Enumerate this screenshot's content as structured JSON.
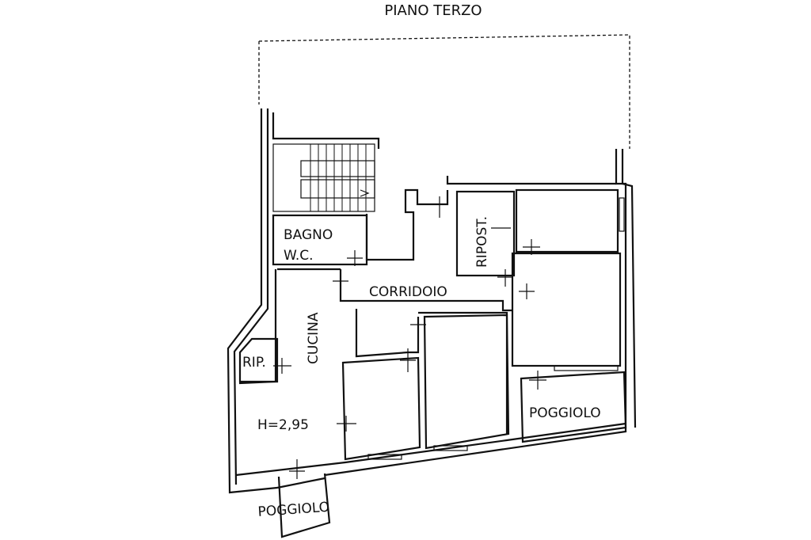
{
  "title": "PIANO TERZO",
  "rooms": {
    "bagno_line1": "BAGNO",
    "bagno_line2": "W.C.",
    "ripostiglio": "RIPOST.",
    "corridoio": "CORRIDOIO",
    "cucina": "CUCINA",
    "rip": "RIP.",
    "height": "H=2,95",
    "poggiolo_right": "POGGIOLO",
    "poggiolo_bottom": "POGGIOLO"
  },
  "colors": {
    "ink": "#111111",
    "paper": "#ffffff"
  }
}
